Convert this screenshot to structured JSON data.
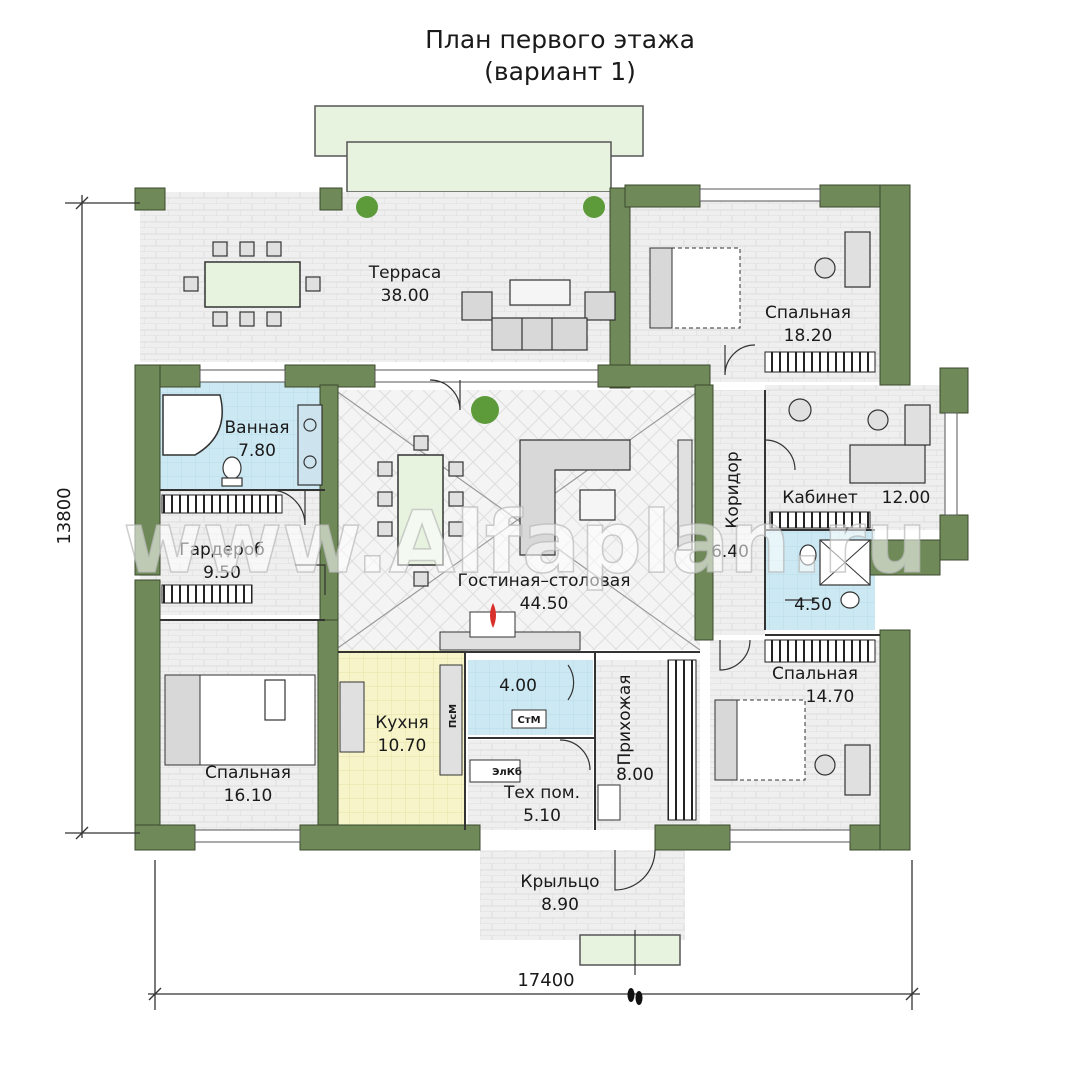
{
  "title": {
    "line1": "План первого этажа",
    "line2": "(вариант 1)"
  },
  "rooms": {
    "terrace": {
      "name": "Терраса",
      "area": "38.00"
    },
    "bedroom_ne": {
      "name": "Спальная",
      "area": "18.20"
    },
    "bathroom": {
      "name": "Ванная",
      "area": "7.80"
    },
    "study": {
      "name": "Кабинет",
      "area": "12.00"
    },
    "corridor": {
      "name": "Коридор",
      "area": "6.40"
    },
    "wardrobe": {
      "name": "Гардероб",
      "area": "9.50"
    },
    "living": {
      "name": "Гостиная–столовая",
      "area": "44.50"
    },
    "wc": {
      "area": "4.50"
    },
    "bath_small": {
      "area": "4.00"
    },
    "bedroom_se": {
      "name": "Спальная",
      "area": "14.70"
    },
    "kitchen": {
      "name": "Кухня",
      "area": "10.70"
    },
    "bedroom_sw": {
      "name": "Спальная",
      "area": "16.10"
    },
    "hall": {
      "name": "Прихожая",
      "area": "8.00"
    },
    "tech": {
      "name": "Тех пом.",
      "area": "5.10"
    },
    "porch": {
      "name": "Крыльцо",
      "area": "8.90"
    }
  },
  "appliances": {
    "washer": "СтМ",
    "dishwasher": "ПсМ",
    "boiler": "ЭлКб"
  },
  "dimensions": {
    "width": "17400",
    "height": "13800"
  },
  "watermark": "www.Alfaplan.ru",
  "colors": {
    "wall": "#6f8a58",
    "floor_light": "#efefef",
    "kitchen_floor": "#f6f4c8",
    "bath_floor": "#cce8f2",
    "living_floor": "#f3f3f3",
    "dimension": "#333333"
  },
  "icons": [
    "plant-icon",
    "dining-table-icon",
    "sofa-icon",
    "bed-icon",
    "desk-icon",
    "bathtub-icon",
    "toilet-icon",
    "fireplace-icon",
    "footprints-icon"
  ]
}
